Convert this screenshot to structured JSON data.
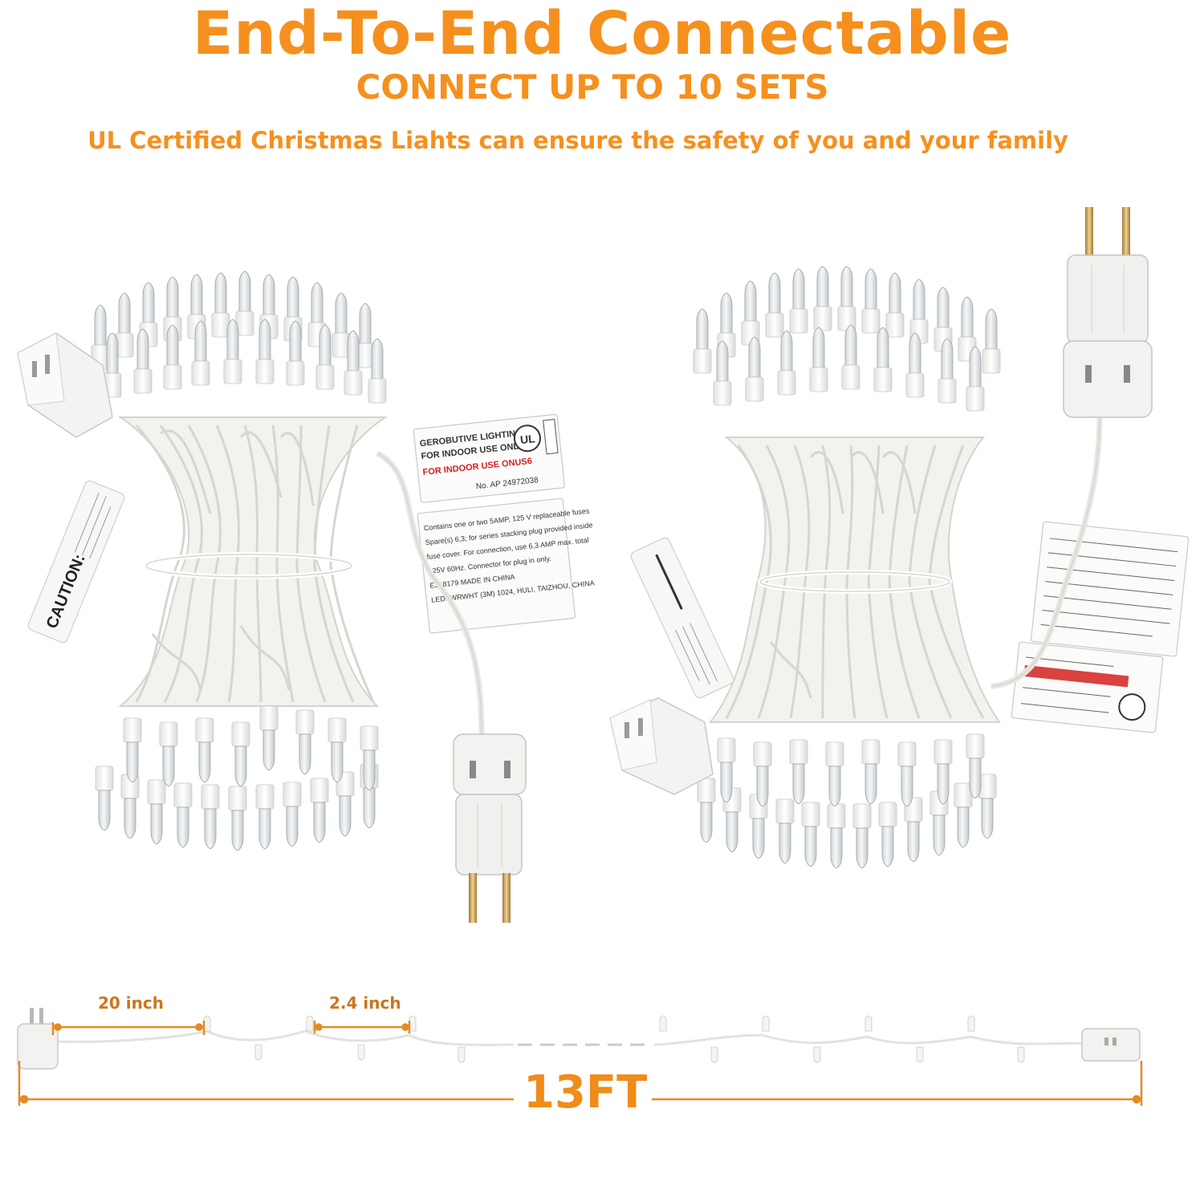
{
  "colors": {
    "accent": "#f5901e",
    "dimension_text": "#c9771c",
    "total_text": "#f08c1a",
    "wire": "#eeeeea",
    "bulb": "#e3e6e8",
    "plug_white": "#f1f1f1",
    "prong": "#c9a25a",
    "label_red": "#d42020"
  },
  "header": {
    "title": "End-To-End Connectable",
    "subtitle": "CONNECT UP TO 10 SETS",
    "tagline": "UL Certified Christmas Liahts can ensure the safety of you and your family"
  },
  "left_coil": {
    "tag_caution": "CAUTION:",
    "label": {
      "brand": "GEROBUTIVE LIGHTING",
      "line2": "FOR INDOOR USE ONLY",
      "red_line": "FOR INDOOR USE ONUS6",
      "number": "No. AP 24972038",
      "body": [
        "Contains one or two 5AMP, 125 V replaceable fuses",
        "Spare(s) 6,3; for series stacking plug provided inside",
        "fuse cover. For connection, use 6,3 AMP max. total",
        "125V  60Hz. Connector for plug in only.",
        "E318179                           MADE IN CHINA",
        "LEDSWRWHT (3M)  1024, HULI, TAIZHOU, CHINA"
      ]
    }
  },
  "measurement": {
    "bulb_spacing": "20 inch",
    "lead_length": "2.4 inch",
    "total_length": "13FT"
  },
  "icons": [
    "plug-icon",
    "socket-icon",
    "ul-mark-icon",
    "dimension-arrow-icon"
  ]
}
